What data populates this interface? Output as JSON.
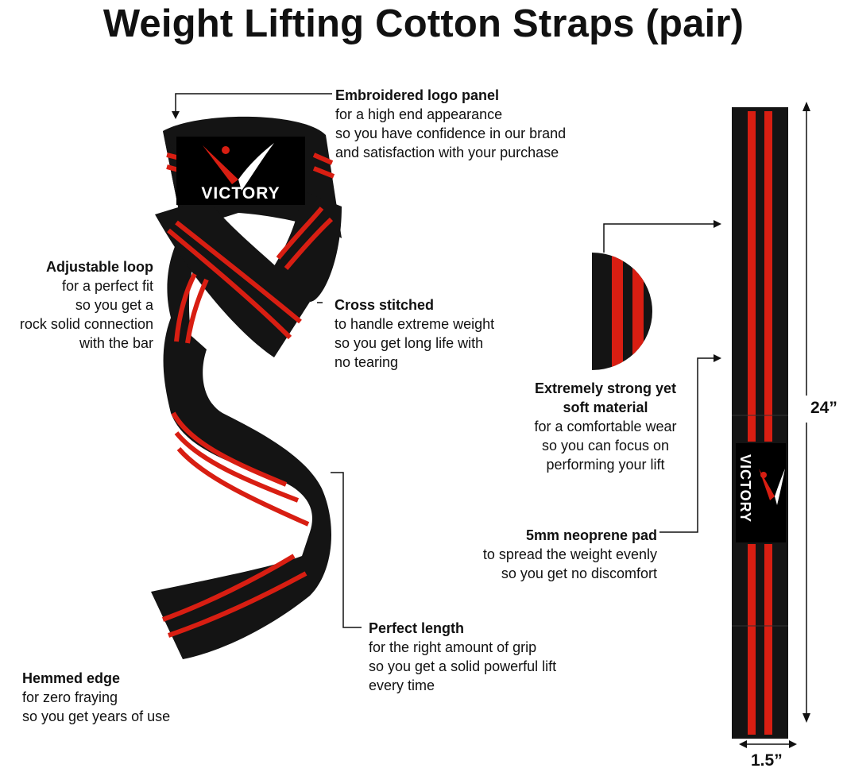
{
  "title": "Weight Lifting Cotton Straps (pair)",
  "brand": "VICTORY",
  "colors": {
    "strap_black": "#141414",
    "stripe_red": "#d81e12",
    "text": "#111111"
  },
  "callouts": {
    "embroidered": {
      "heading": "Embroidered logo panel",
      "lines": [
        "for a high end appearance",
        "so you have confidence in our brand",
        "and satisfaction with your purchase"
      ]
    },
    "adjustable": {
      "heading": "Adjustable loop",
      "lines": [
        "for a perfect fit",
        "so you get a",
        "rock solid connection",
        "with the bar"
      ]
    },
    "cross": {
      "heading": "Cross stitched",
      "lines": [
        "to handle extreme weight",
        "so you get long life with",
        "no tearing"
      ]
    },
    "material": {
      "heading": [
        "Extremely strong yet",
        "soft material"
      ],
      "lines": [
        "for a comfortable wear",
        "so you can focus on",
        "performing your lift"
      ]
    },
    "neoprene": {
      "heading": "5mm neoprene pad",
      "lines": [
        "to spread the weight evenly",
        "so you get no discomfort"
      ]
    },
    "length": {
      "heading": "Perfect length",
      "lines": [
        "for the right amount of grip",
        "so you get a solid powerful lift",
        "every time"
      ]
    },
    "hemmed": {
      "heading": "Hemmed edge",
      "lines": [
        "for zero fraying",
        "so you get years of use"
      ]
    }
  },
  "dimensions": {
    "length": "24”",
    "width": "1.5”"
  }
}
